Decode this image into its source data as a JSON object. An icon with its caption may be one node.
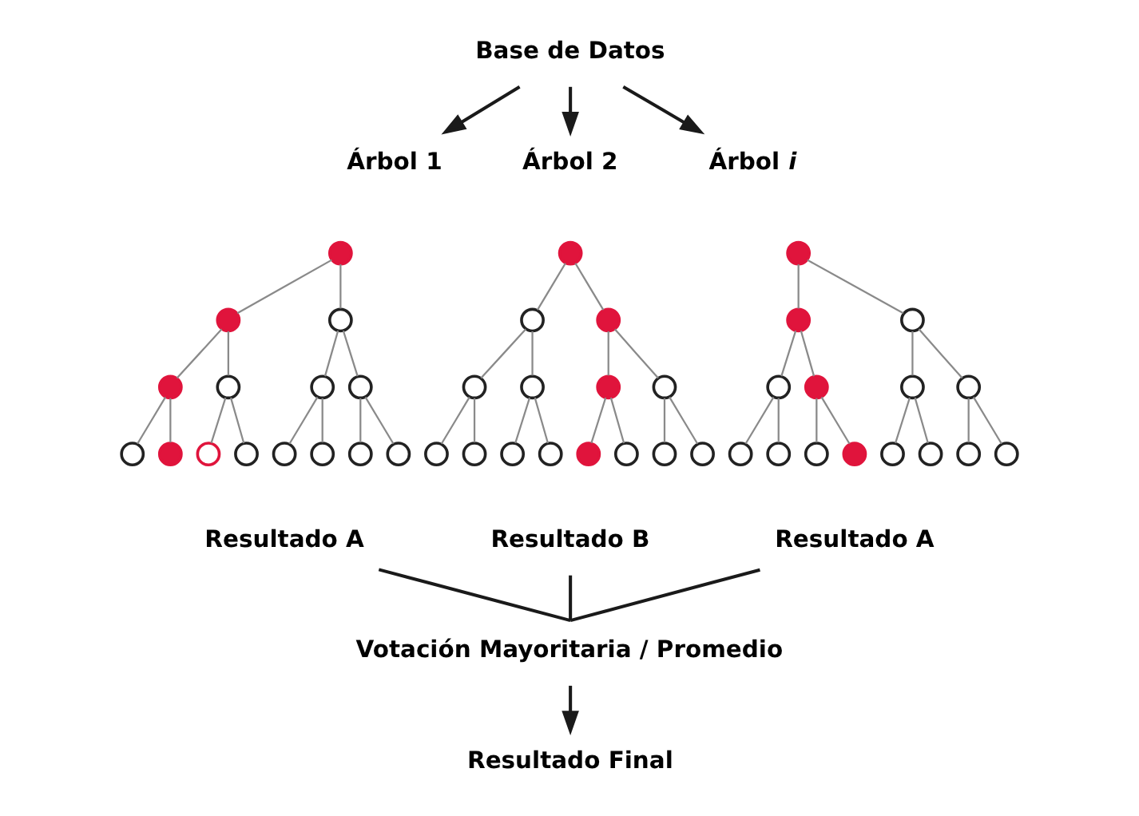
{
  "diagram": {
    "nodes": [
      {
        "text": [
          "Base de Datos"
        ]
      },
      {
        "text": [
          "Árbol 1"
        ]
      },
      {
        "text": [
          "Árbol 2"
        ]
      },
      {
        "text": [
          "Árbol *i*"
        ]
      },
      {
        "text": [],
        "shape": "circle"
      },
      {
        "text": [],
        "shape": "circle"
      },
      {
        "text": [],
        "shape": "circle"
      },
      {
        "text": [],
        "shape": "circle"
      },
      {
        "text": [],
        "shape": "circle"
      },
      {
        "text": [],
        "shape": "circle"
      },
      {
        "text": [],
        "shape": "circle"
      },
      {
        "text": [],
        "shape": "circle"
      },
      {
        "text": [],
        "shape": "circle"
      },
      {
        "text": [],
        "shape": "circle"
      },
      {
        "text": [],
        "shape": "circle"
      },
      {
        "text": [],
        "shape": "circle"
      },
      {
        "text": [],
        "shape": "circle"
      },
      {
        "text": [],
        "shape": "circle"
      },
      {
        "text": [],
        "shape": "circle"
      },
      {
        "text": [],
        "shape": "circle"
      },
      {
        "text": [],
        "shape": "circle"
      },
      {
        "text": [],
        "shape": "circle"
      },
      {
        "text": [],
        "shape": "circle"
      },
      {
        "text": [],
        "shape": "circle"
      },
      {
        "text": [],
        "shape": "circle"
      },
      {
        "text": [],
        "shape": "circle"
      },
      {
        "text": [],
        "shape": "circle"
      },
      {
        "text": [],
        "shape": "circle"
      },
      {
        "text": [],
        "shape": "circle"
      },
      {
        "text": [],
        "shape": "circle"
      },
      {
        "text": [],
        "shape": "circle"
      },
      {
        "text": [],
        "shape": "circle"
      },
      {
        "text": [],
        "shape": "circle"
      },
      {
        "text": [],
        "shape": "circle"
      },
      {
        "text": [],
        "shape": "circle"
      },
      {
        "text": [],
        "shape": "circle"
      },
      {
        "text": [],
        "shape": "circle"
      },
      {
        "text": [],
        "shape": "circle"
      },
      {
        "text": [],
        "shape": "circle"
      },
      {
        "text": [],
        "shape": "circle"
      },
      {
        "text": [],
        "shape": "circle"
      },
      {
        "text": [],
        "shape": "circle"
      },
      {
        "text": [],
        "shape": "circle"
      },
      {
        "text": [],
        "shape": "circle"
      },
      {
        "text": [],
        "shape": "circle"
      },
      {
        "text": [],
        "shape": "circle"
      },
      {
        "text": [],
        "shape": "circle"
      },
      {
        "text": [],
        "shape": "circle"
      },
      {
        "text": [],
        "shape": "circle"
      },
      {
        "text": [
          "Resultado A"
        ]
      },
      {
        "text": [
          "Resultado B"
        ]
      },
      {
        "text": [
          "Resultado A"
        ]
      },
      {
        "text": [
          "Votación Mayoritaria / Promedio"
        ]
      },
      {
        "text": [
          "Resultado Final"
        ]
      }
    ],
    "edges": [
      {
        "from": 0,
        "to": 1,
        "arrow": "to",
        "color": "#1a1a1a"
      },
      {
        "from": 0,
        "to": 2,
        "arrow": "to",
        "color": "#1a1a1a"
      },
      {
        "from": 0,
        "to": 3,
        "arrow": "to",
        "color": "#1a1a1a"
      },
      {
        "from": 4,
        "to": 5,
        "arrow": "none"
      },
      {
        "from": 4,
        "to": 6,
        "arrow": "none"
      },
      {
        "from": 5,
        "to": 7,
        "arrow": "none"
      },
      {
        "from": 5,
        "to": 8,
        "arrow": "none"
      },
      {
        "from": 6,
        "to": 9,
        "arrow": "none"
      },
      {
        "from": 6,
        "to": 10,
        "arrow": "none"
      },
      {
        "from": 7,
        "to": 11,
        "arrow": "none"
      },
      {
        "from": 7,
        "to": 12,
        "arrow": "none"
      },
      {
        "from": 8,
        "to": 13,
        "arrow": "none"
      },
      {
        "from": 8,
        "to": 14,
        "arrow": "none"
      },
      {
        "from": 9,
        "to": 15,
        "arrow": "none"
      },
      {
        "from": 9,
        "to": 16,
        "arrow": "none"
      },
      {
        "from": 10,
        "to": 17,
        "arrow": "none"
      },
      {
        "from": 10,
        "to": 18,
        "arrow": "none"
      },
      {
        "from": 19,
        "to": 20,
        "arrow": "none"
      },
      {
        "from": 19,
        "to": 21,
        "arrow": "none"
      },
      {
        "from": 20,
        "to": 22,
        "arrow": "none"
      },
      {
        "from": 20,
        "to": 23,
        "arrow": "none"
      },
      {
        "from": 21,
        "to": 24,
        "arrow": "none"
      },
      {
        "from": 21,
        "to": 25,
        "arrow": "none"
      },
      {
        "from": 22,
        "to": 26,
        "arrow": "none"
      },
      {
        "from": 22,
        "to": 27,
        "arrow": "none"
      },
      {
        "from": 23,
        "to": 28,
        "arrow": "none"
      },
      {
        "from": 23,
        "to": 29,
        "arrow": "none"
      },
      {
        "from": 24,
        "to": 30,
        "arrow": "none"
      },
      {
        "from": 24,
        "to": 31,
        "arrow": "none"
      },
      {
        "from": 25,
        "to": 32,
        "arrow": "none"
      },
      {
        "from": 25,
        "to": 33,
        "arrow": "none"
      },
      {
        "from": 34,
        "to": 35,
        "arrow": "none"
      },
      {
        "from": 34,
        "to": 36,
        "arrow": "none"
      },
      {
        "from": 35,
        "to": 37,
        "arrow": "none"
      },
      {
        "from": 35,
        "to": 38,
        "arrow": "none"
      },
      {
        "from": 36,
        "to": 39,
        "arrow": "none"
      },
      {
        "from": 36,
        "to": 40,
        "arrow": "none"
      },
      {
        "from": 37,
        "to": 41,
        "arrow": "none"
      },
      {
        "from": 37,
        "to": 42,
        "arrow": "none"
      },
      {
        "from": 38,
        "to": 43,
        "arrow": "none"
      },
      {
        "from": 38,
        "to": 44,
        "arrow": "none"
      },
      {
        "from": 39,
        "to": 45,
        "arrow": "none"
      },
      {
        "from": 39,
        "to": 46,
        "arrow": "none"
      },
      {
        "from": 40,
        "to": 47,
        "arrow": "none"
      },
      {
        "from": 40,
        "to": 48,
        "arrow": "none"
      },
      {
        "from": 49,
        "to": 52,
        "arrow": "none",
        "color": "#1a1a1a"
      },
      {
        "from": 50,
        "to": 52,
        "arrow": "none",
        "color": "#1a1a1a"
      },
      {
        "from": 51,
        "to": 52,
        "arrow": "none",
        "color": "#1a1a1a"
      },
      {
        "from": 52,
        "to": 53,
        "arrow": "to",
        "color": "#1a1a1a"
      }
    ]
  }
}
